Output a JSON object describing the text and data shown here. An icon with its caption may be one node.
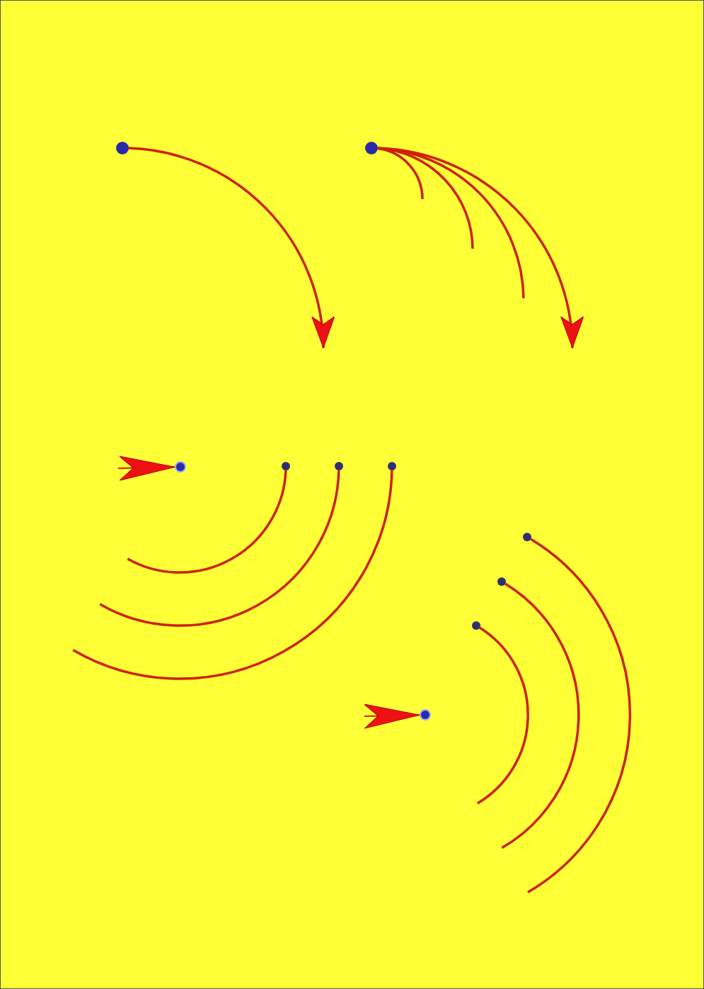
{
  "diagram": {
    "nodes": [
      {
        "text": [],
        "shape": "circle"
      },
      {
        "text": [],
        "shape": "circle"
      },
      {
        "text": [],
        "shape": "circle"
      },
      {
        "text": [],
        "shape": "circle"
      },
      {
        "text": [],
        "shape": "circle"
      },
      {
        "text": [],
        "shape": "circle"
      },
      {
        "text": [],
        "shape": "circle"
      },
      {
        "text": [],
        "shape": "circle"
      },
      {
        "text": [],
        "shape": "circle"
      },
      {
        "text": [],
        "shape": "circle"
      }
    ],
    "edges": [
      {
        "from": 0,
        "to": null,
        "arrow": "to"
      },
      {
        "from": 1,
        "to": null,
        "arrow": "none"
      },
      {
        "from": 1,
        "to": null,
        "arrow": "none"
      },
      {
        "from": 1,
        "to": null,
        "arrow": "none"
      },
      {
        "from": 1,
        "to": null,
        "arrow": "to"
      },
      {
        "from": null,
        "to": 2,
        "arrow": "to"
      },
      {
        "from": 3,
        "to": null,
        "arrow": "none"
      },
      {
        "from": 4,
        "to": null,
        "arrow": "none"
      },
      {
        "from": 5,
        "to": null,
        "arrow": "none"
      },
      {
        "from": null,
        "to": 6,
        "arrow": "to"
      },
      {
        "from": 7,
        "to": null,
        "arrow": "none"
      },
      {
        "from": 8,
        "to": null,
        "arrow": "none"
      },
      {
        "from": 9,
        "to": null,
        "arrow": "none"
      }
    ]
  }
}
